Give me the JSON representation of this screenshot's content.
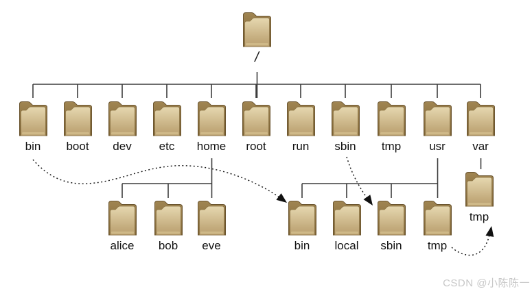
{
  "tree": {
    "root_label": "/",
    "level1": [
      "bin",
      "boot",
      "dev",
      "etc",
      "home",
      "root",
      "run",
      "sbin",
      "tmp",
      "usr",
      "var"
    ],
    "home_children": [
      "alice",
      "bob",
      "eve"
    ],
    "usr_children": [
      "bin",
      "local",
      "sbin",
      "tmp"
    ],
    "var_children": [
      "tmp"
    ]
  },
  "symlinks": [
    {
      "from": "/bin",
      "to": "/usr/bin"
    },
    {
      "from": "/sbin",
      "to": "/usr/sbin"
    },
    {
      "from": "/usr/tmp",
      "to": "/var/tmp"
    }
  ],
  "watermark": {
    "text": "CSDN @小陈陈一",
    "color": "#c7c7c7"
  },
  "colors": {
    "folder_front_top": "#e6d8b0",
    "folder_front_bottom": "#bca273",
    "folder_back_top": "#9a7c49",
    "folder_back_bottom": "#7c6233",
    "tree_line": "#3d3d3d",
    "arrow": "#1b1b1b",
    "background": "#ffffff"
  }
}
